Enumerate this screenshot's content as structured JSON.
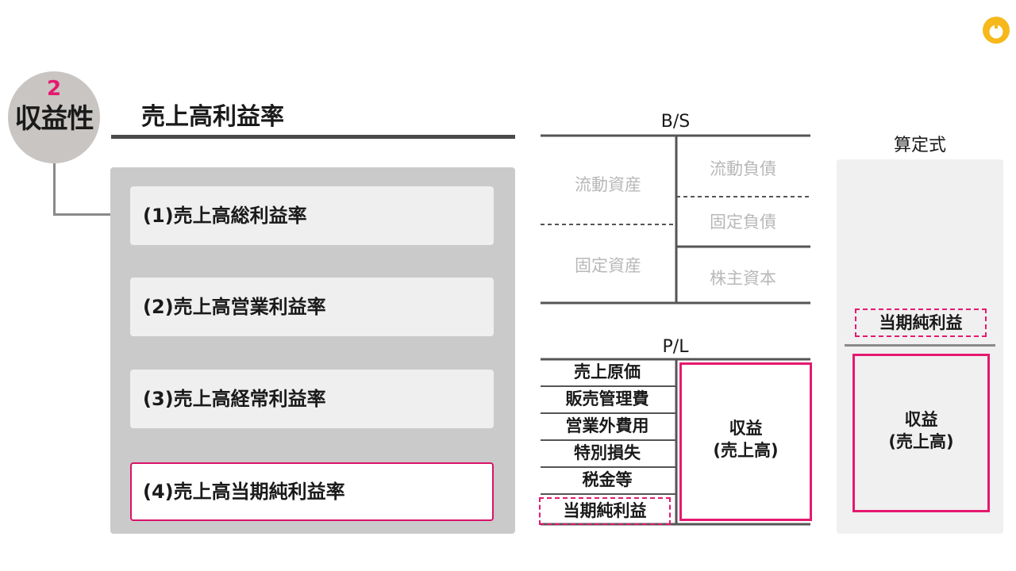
{
  "badge": {
    "number": "2",
    "label": "収益性"
  },
  "section_title": "売上高利益率",
  "items": [
    {
      "label": "(1)売上高総利益率",
      "highlighted": false
    },
    {
      "label": "(2)売上高営業利益率",
      "highlighted": false
    },
    {
      "label": "(3)売上高経常利益率",
      "highlighted": false
    },
    {
      "label": "(4)売上高当期純利益率",
      "highlighted": true
    }
  ],
  "bs": {
    "title": "B/S",
    "current_assets": "流動資産",
    "fixed_assets": "固定資産",
    "current_liabilities": "流動負債",
    "fixed_liabilities": "固定負債",
    "equity": "株主資本"
  },
  "pl": {
    "title": "P/L",
    "rows": [
      "売上原価",
      "販売管理費",
      "営業外費用",
      "特別損失",
      "税金等"
    ],
    "net_profit": "当期純利益",
    "revenue_line1": "収益",
    "revenue_line2": "(売上高)"
  },
  "formula": {
    "title": "算定式",
    "numerator": "当期純利益",
    "denominator_line1": "収益",
    "denominator_line2": "(売上高)"
  },
  "colors": {
    "accent": "#e5196f",
    "logo": "#f6b81a"
  }
}
